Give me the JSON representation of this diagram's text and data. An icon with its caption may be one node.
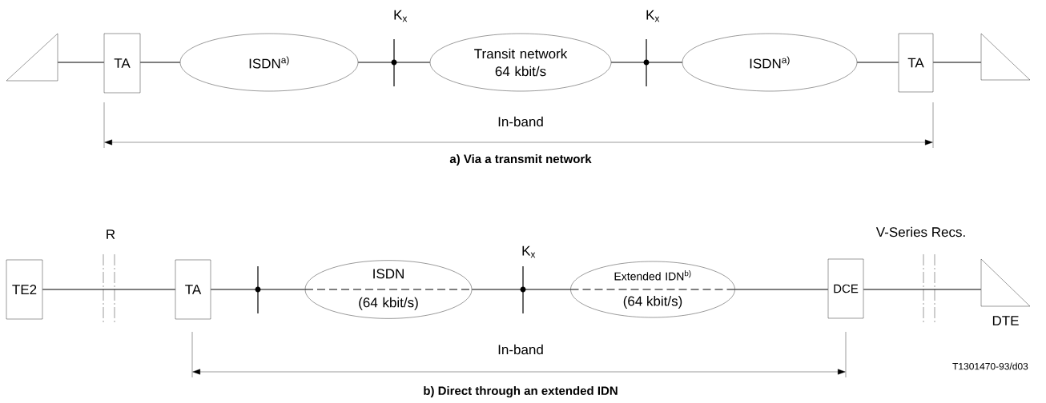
{
  "diagram": {
    "nodes": [
      {
        "text": [],
        "shape": "triangle"
      },
      {
        "text": [
          "TA"
        ]
      },
      {
        "text": [
          "ISDN$^{a)}$"
        ]
      },
      {
        "text": [
          "Transit network 64 kbit/s"
        ]
      },
      {
        "text": [
          "ISDN$^{a)}$"
        ]
      },
      {
        "text": [
          "TA"
        ]
      },
      {
        "text": [],
        "shape": "triangle"
      },
      {
        "text": [
          "TE2"
        ]
      },
      {
        "text": [
          "TA"
        ]
      },
      {
        "text": [
          "ISDN",
          "(64 kbit/s)"
        ]
      },
      {
        "text": [
          "Extended IDN$^{b)}$",
          "(64 kbit/s)"
        ]
      },
      {
        "text": [
          "DCE"
        ]
      },
      {
        "text": [],
        "shape": "triangle",
        "beside": [
          "DTE"
        ]
      }
    ],
    "edges": [
      {
        "from": 0,
        "to": 1,
        "arrow": "none"
      },
      {
        "from": 1,
        "to": 2,
        "arrow": "none"
      },
      {
        "from": 2,
        "to": 3,
        "arrow": "none"
      },
      {
        "from": 3,
        "to": 4,
        "arrow": "none"
      },
      {
        "from": 4,
        "to": 5,
        "arrow": "none"
      },
      {
        "from": 5,
        "to": 6,
        "arrow": "none"
      },
      {
        "from": 7,
        "to": 8,
        "arrow": "none"
      },
      {
        "from": 8,
        "to": 9,
        "arrow": "none"
      },
      {
        "from": 9,
        "to": 10,
        "arrow": "none"
      },
      {
        "from": 10,
        "to": 11,
        "arrow": "none"
      },
      {
        "from": 11,
        "to": 12,
        "arrow": "none"
      }
    ],
    "labels": [
      "K$_{x}$",
      "K$_{x}$",
      "In-band",
      "a) Via a transmit network",
      "R",
      "K$_{x}$",
      "V-Series Recs.",
      "In-band",
      "T1301470-93/d03",
      "b) Direct through an extended IDN"
    ]
  }
}
